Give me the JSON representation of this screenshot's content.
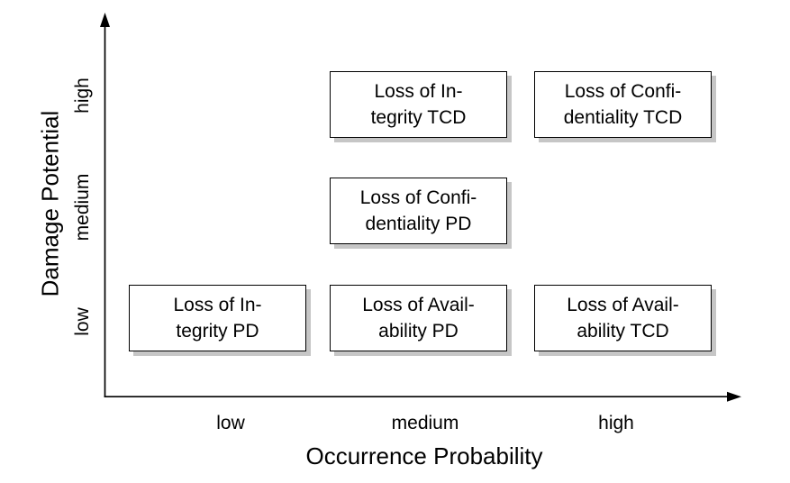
{
  "chart_data": {
    "type": "scatter",
    "title": "",
    "xlabel": "Occurrence Probability",
    "ylabel": "Damage Potential",
    "x_tick_labels": [
      "low",
      "medium",
      "high"
    ],
    "y_tick_labels": [
      "high",
      "medium",
      "low"
    ],
    "x_categories": [
      "low",
      "medium",
      "high"
    ],
    "y_categories": [
      "low",
      "medium",
      "high"
    ],
    "grid": false,
    "legend_position": "none",
    "points": [
      {
        "x": "medium",
        "y": "high",
        "label": "Loss of Integrity TCD",
        "display_lines": [
          "Loss of In-",
          "tegrity TCD"
        ]
      },
      {
        "x": "high",
        "y": "high",
        "label": "Loss of Confidentiality TCD",
        "display_lines": [
          "Loss of Confi-",
          "dentiality TCD"
        ]
      },
      {
        "x": "medium",
        "y": "medium",
        "label": "Loss of Confidentiality PD",
        "display_lines": [
          "Loss of Confi-",
          "dentiality PD"
        ]
      },
      {
        "x": "low",
        "y": "low",
        "label": "Loss of Integrity PD",
        "display_lines": [
          "Loss of In-",
          "tegrity PD"
        ]
      },
      {
        "x": "medium",
        "y": "low",
        "label": "Loss of Availability PD",
        "display_lines": [
          "Loss of Avail-",
          "ability PD"
        ]
      },
      {
        "x": "high",
        "y": "low",
        "label": "Loss of Availability TCD",
        "display_lines": [
          "Loss of Avail-",
          "ability TCD"
        ]
      }
    ]
  },
  "style": {
    "background": "#ffffff",
    "ink": "#000000",
    "box_fill": "#ffffff",
    "box_border": "#000000",
    "box_shadow": "#c6c6c6"
  }
}
